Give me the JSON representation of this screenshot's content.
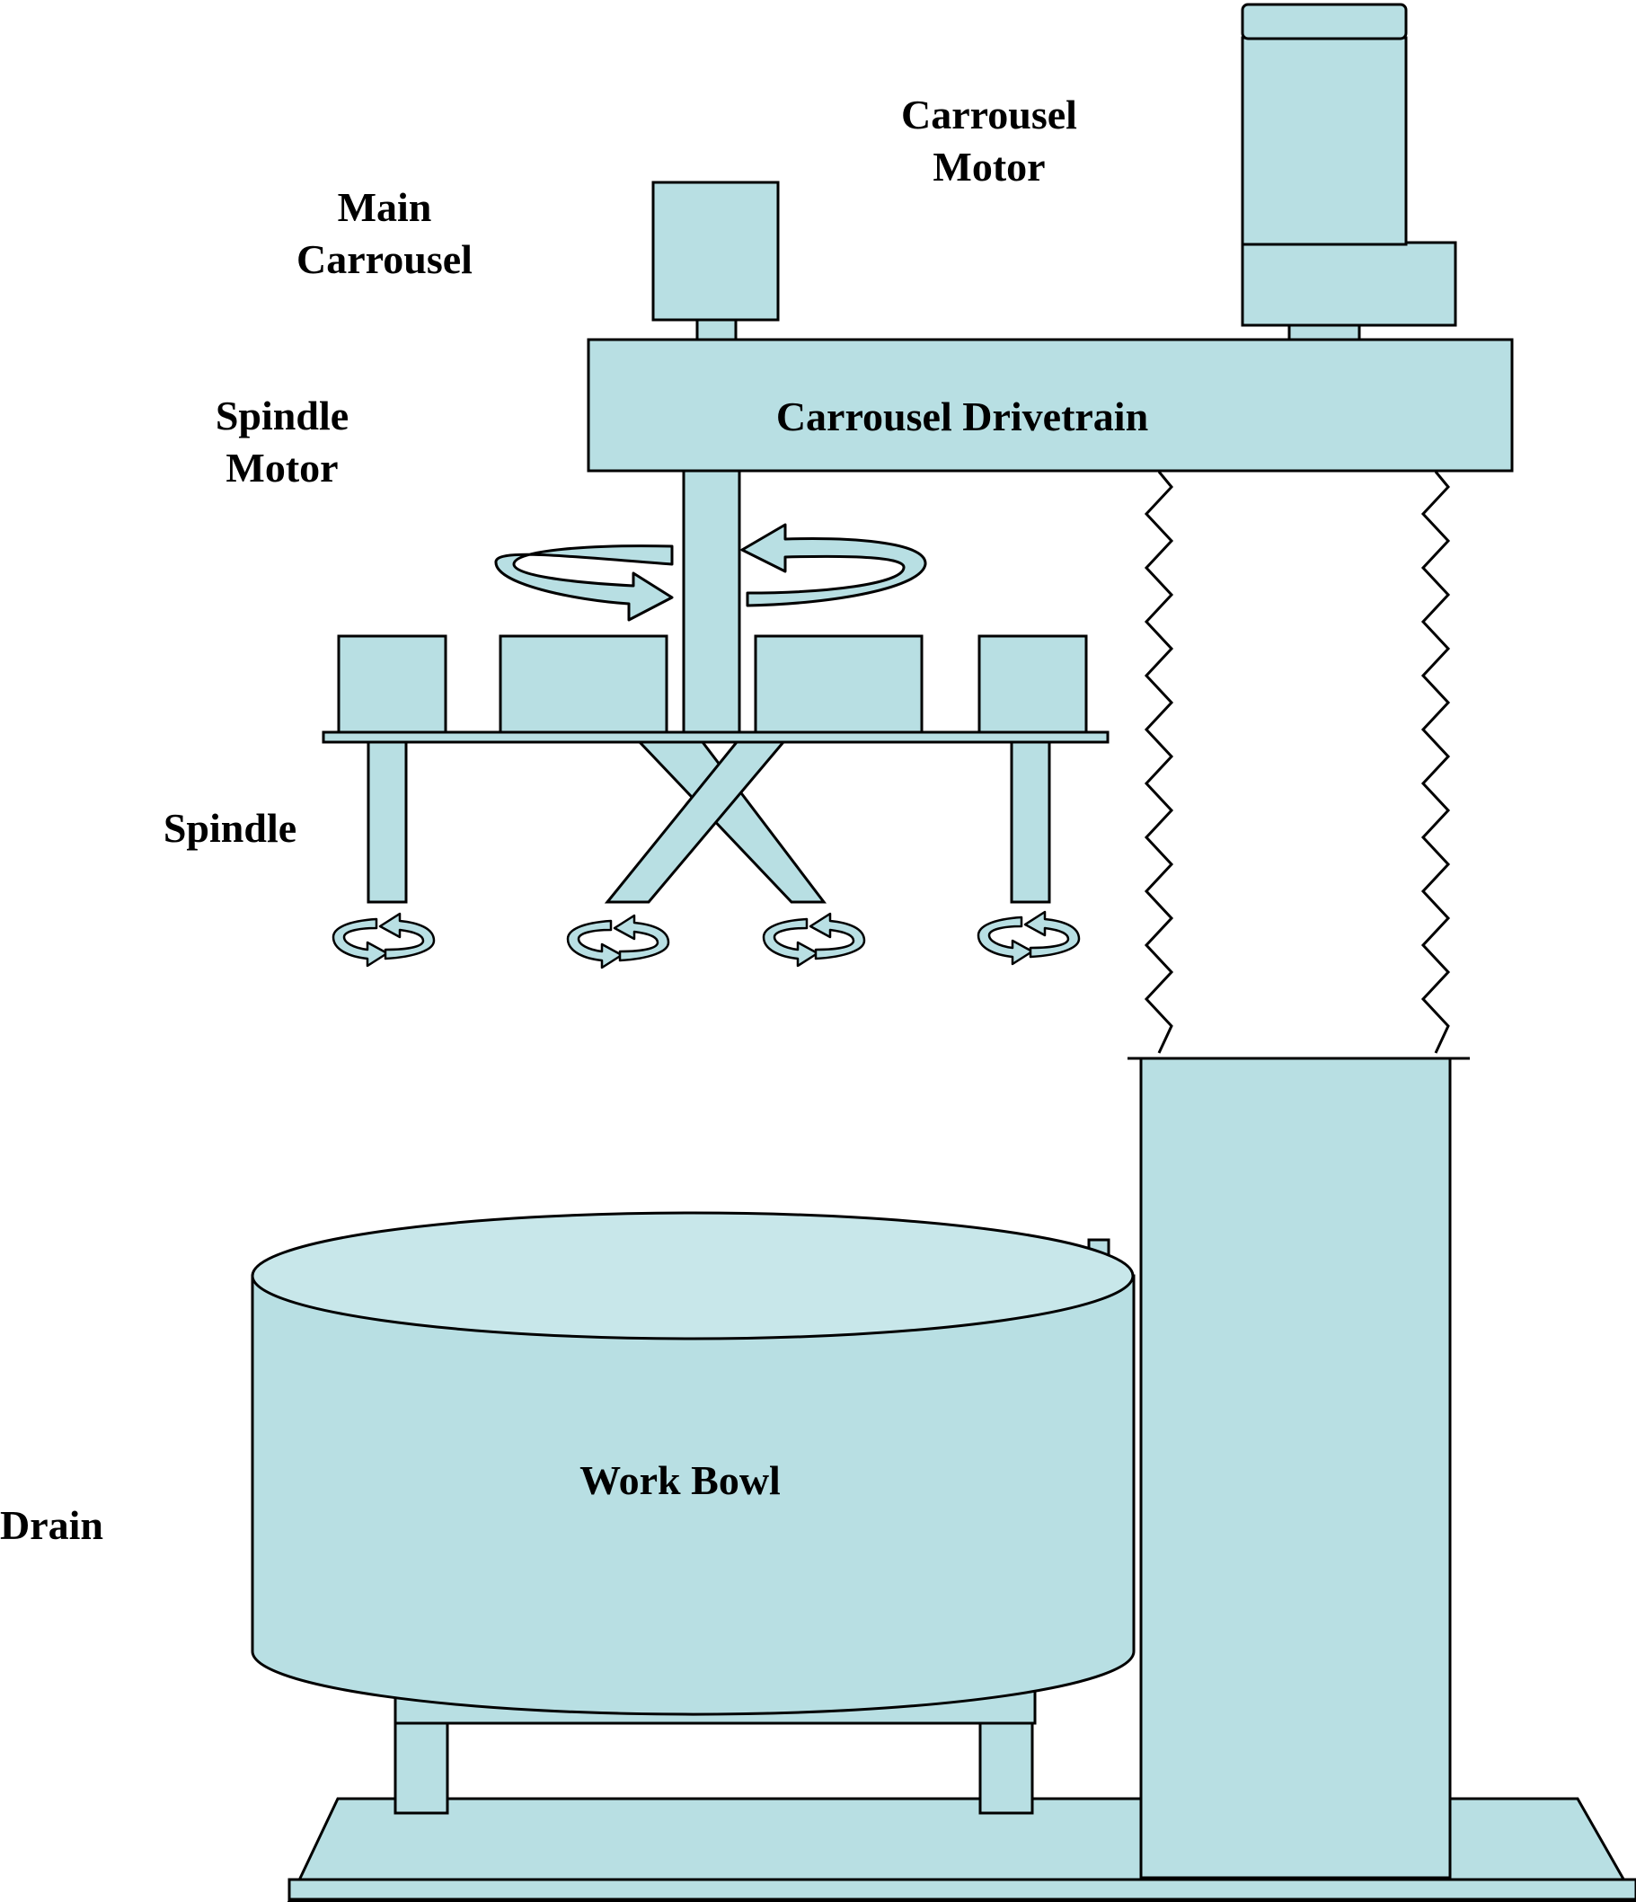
{
  "labels": {
    "carrousel_motor_line1": "Carrousel",
    "carrousel_motor_line2": "Motor",
    "main_carrousel_line1": "Main",
    "main_carrousel_line2": "Carrousel",
    "spindle_motor_line1": "Spindle",
    "spindle_motor_line2": "Motor",
    "carrousel_drivetrain": "Carrousel Drivetrain",
    "spindle": "Spindle",
    "work_bowl": "Work Bowl",
    "drain": "Drain"
  },
  "colors": {
    "part_fill": "#b8dfe3",
    "part_fill_light": "#c8e7ea",
    "outline": "#000000"
  },
  "icons": {
    "rotation_large": "circular-rotation-arrow",
    "rotation_small": "circular-rotation-arrow"
  }
}
